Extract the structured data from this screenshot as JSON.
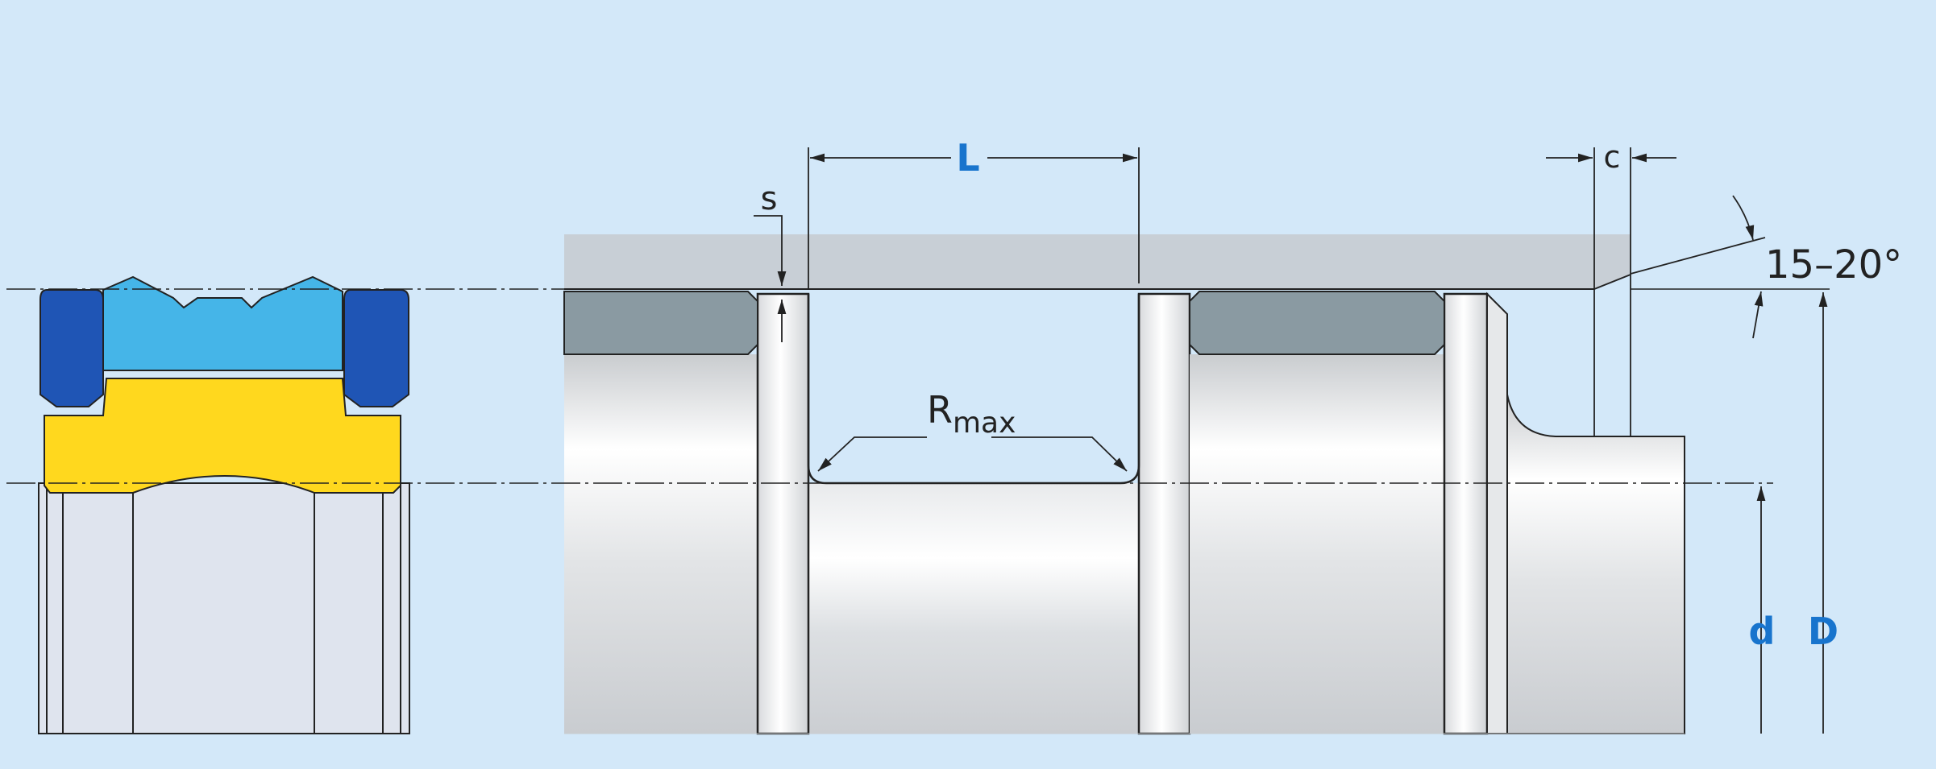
{
  "labels": {
    "L": "L",
    "s": "s",
    "c": "c",
    "R": "R",
    "R_sub": "max",
    "angle": "15–20°",
    "d": "d",
    "D": "D"
  },
  "colors": {
    "background": "#d3e8f9",
    "seal_blue_dark": "#1f55b5",
    "seal_blue_light": "#45b5e8",
    "seal_yellow": "#ffd81e",
    "band_gray": "#8a9aa2",
    "bore_gray": "#c8cfd6",
    "accent_label": "#1874cd",
    "line": "#222222"
  }
}
